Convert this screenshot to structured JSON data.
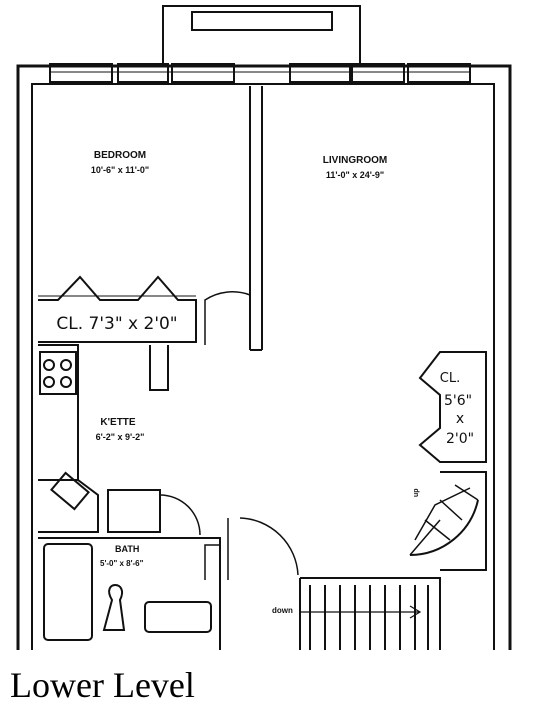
{
  "title": "Lower Level",
  "rooms": {
    "bedroom": {
      "name": "BEDROOM",
      "size": "10'-6\" x 11'-0\""
    },
    "livingroom": {
      "name": "LIVINGROOM",
      "size": "11'-0\" x 24'-9\""
    },
    "kitchenette": {
      "name": "K'ETTE",
      "size": "6'-2\" x 9'-2\""
    },
    "bath": {
      "name": "BATH",
      "size": "5'-0\" x 8'-6\""
    }
  },
  "closets": {
    "bedroom_closet": "CL. 7'3\" x 2'0\"",
    "living_closet_line1": "CL.",
    "living_closet_line2": "5'6\"",
    "living_closet_line3": "x",
    "living_closet_line4": "2'0\""
  },
  "stairs": {
    "down_label": "down",
    "up_label": "up"
  },
  "colors": {
    "ink": "#111111",
    "paper": "#ffffff"
  }
}
